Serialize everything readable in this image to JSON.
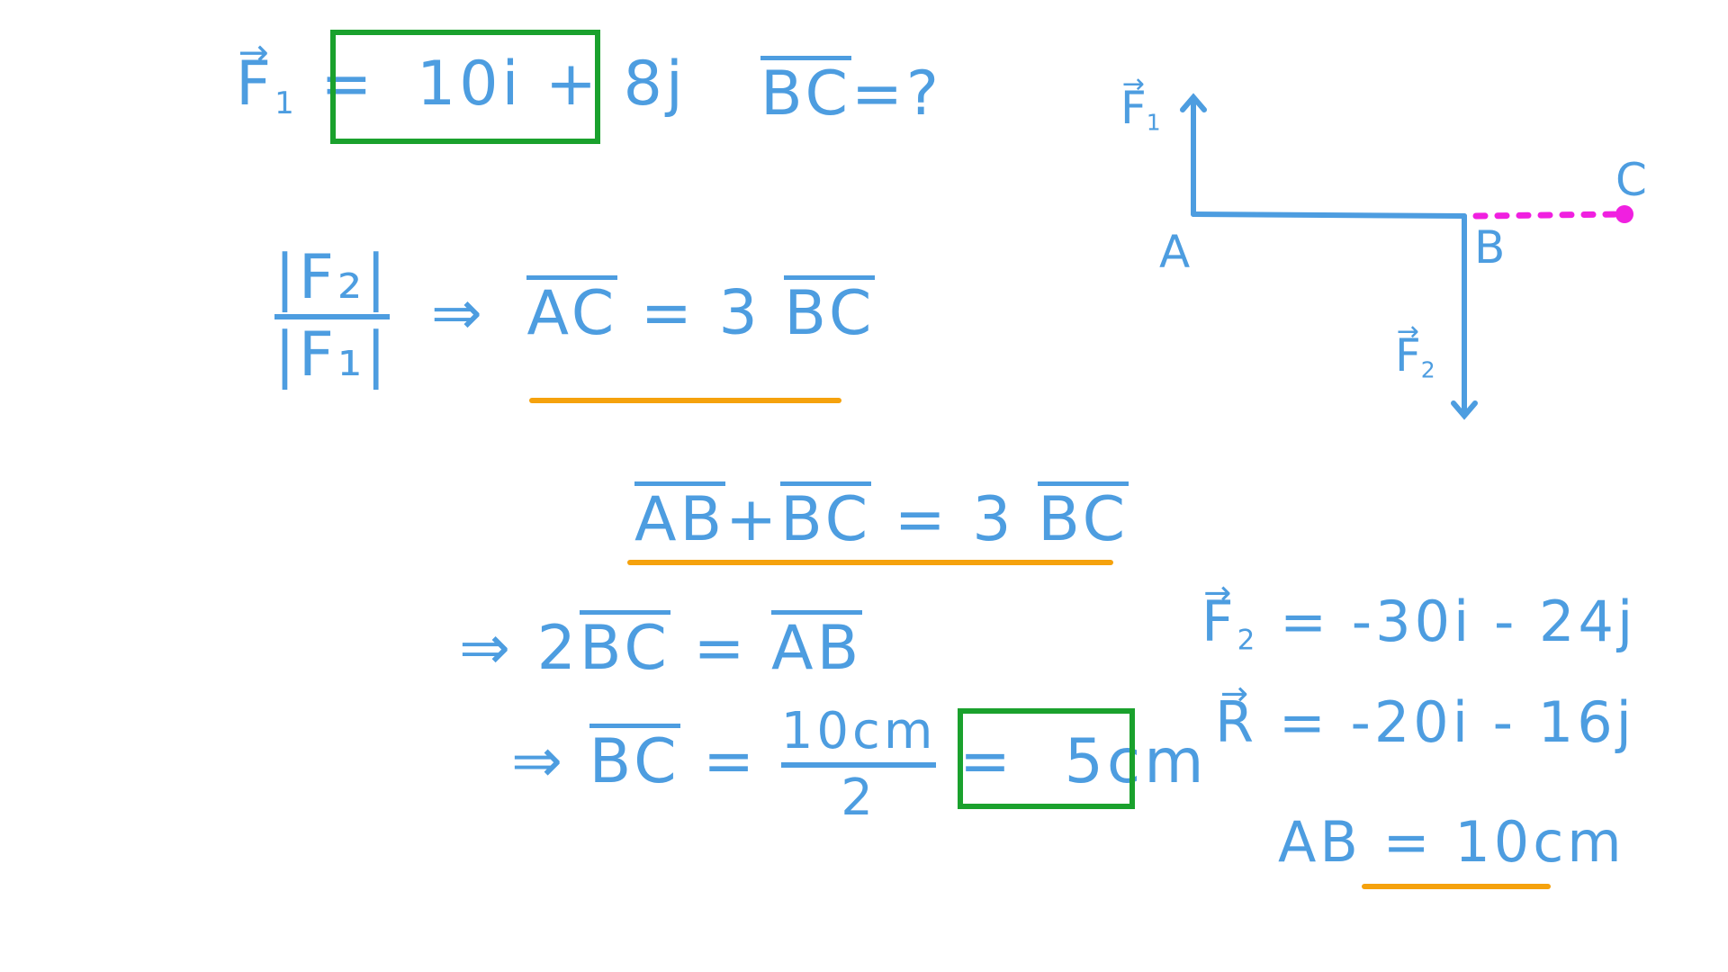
{
  "given": {
    "lhs": "F",
    "lhs_sub": "1",
    "eq": "=",
    "value": "10i + 8j"
  },
  "question": {
    "lhs": "BC",
    "rest": "=?"
  },
  "diagram": {
    "points": [
      "A",
      "B",
      "C"
    ],
    "force_labels": [
      {
        "name": "F",
        "sub": "1"
      },
      {
        "name": "F",
        "sub": "2"
      }
    ]
  },
  "ratio": {
    "num": "|F₂|",
    "den": "|F₁|",
    "implies": "⇒",
    "result_a": "AC",
    "result_b": "= 3",
    "result_c": "BC"
  },
  "step1": {
    "a": "AB",
    "plus": "+",
    "b": "BC",
    "eq": "= 3",
    "c": "BC"
  },
  "step2": {
    "implies": "⇒",
    "a": "2",
    "b": "BC",
    "eq": "=",
    "c": "AB"
  },
  "step3": {
    "implies": "⇒",
    "a": "BC",
    "eq": "=",
    "num": "10cm",
    "den": "2",
    "eq2": "=",
    "answer": "5cm"
  },
  "side": {
    "f2_lhs": "F",
    "f2_sub": "2",
    "f2_rhs": "= -30i - 24j",
    "r_lhs": "R",
    "r_rhs": "= -20i - 16j",
    "ab": "AB = 10cm"
  },
  "colors": {
    "ink": "#4d9de0",
    "box": "#1aa12d",
    "underline": "#f5a20d",
    "point_c": "#f020e0"
  }
}
